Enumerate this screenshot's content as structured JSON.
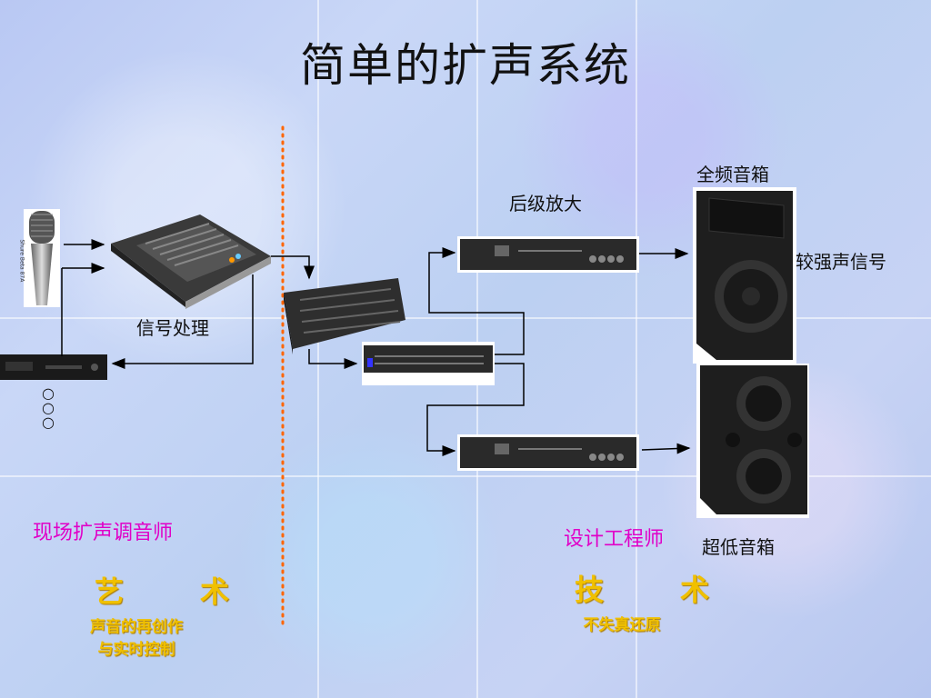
{
  "title": "简单的扩声系统",
  "labels": {
    "amplifier": "后级放大",
    "full_range": "全频音箱",
    "strong_signal": "较强声信号",
    "signal_processing": "信号处理",
    "subwoofer": "超低音箱",
    "more": "○○○"
  },
  "mic_text": "Shure Beta 87A",
  "left_role": {
    "title": "现场扩声调音师",
    "tag": "艺　术",
    "desc_line1": "声音的再创作",
    "desc_line2": "与实时控制"
  },
  "right_role": {
    "title": "设计工程师",
    "tag": "技　术",
    "desc": "不失真还原"
  },
  "colors": {
    "magenta": "#e000c8",
    "gold": "#f0c000",
    "divider": "#ff6600"
  }
}
